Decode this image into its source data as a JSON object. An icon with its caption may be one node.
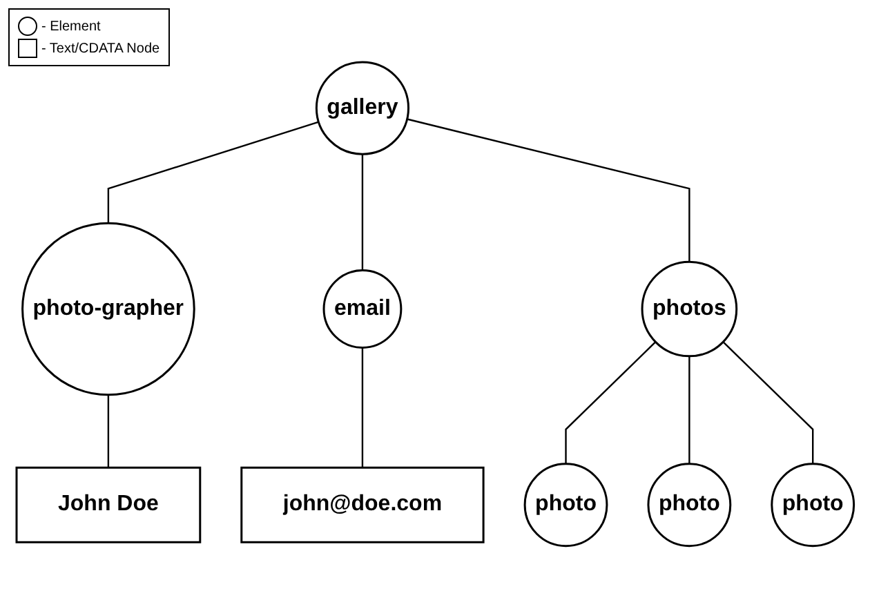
{
  "diagram": {
    "nodes": [
      {
        "text": [
          "gallery"
        ]
      },
      {
        "text": [
          "photo-grapher"
        ]
      },
      {
        "text": [
          "email"
        ]
      },
      {
        "text": [
          "photos"
        ]
      },
      {
        "text": [
          "John Doe"
        ]
      },
      {
        "text": [
          "john@doe.com"
        ]
      },
      {
        "text": [
          "photo"
        ]
      },
      {
        "text": [
          "photo"
        ]
      },
      {
        "text": [
          "photo"
        ]
      }
    ],
    "edges": [
      {
        "from": 0,
        "to": 1,
        "arrow": "none"
      },
      {
        "from": 0,
        "to": 2,
        "arrow": "none"
      },
      {
        "from": 0,
        "to": 3,
        "arrow": "none"
      },
      {
        "from": 1,
        "to": 4,
        "arrow": "none"
      },
      {
        "from": 2,
        "to": 5,
        "arrow": "none"
      },
      {
        "from": 3,
        "to": 6,
        "arrow": "none"
      },
      {
        "from": 3,
        "to": 7,
        "arrow": "none"
      },
      {
        "from": 3,
        "to": 8,
        "arrow": "none"
      }
    ],
    "legend": [
      {
        "text": "- Element"
      },
      {
        "text": "- Text/CDATA Node"
      }
    ]
  }
}
